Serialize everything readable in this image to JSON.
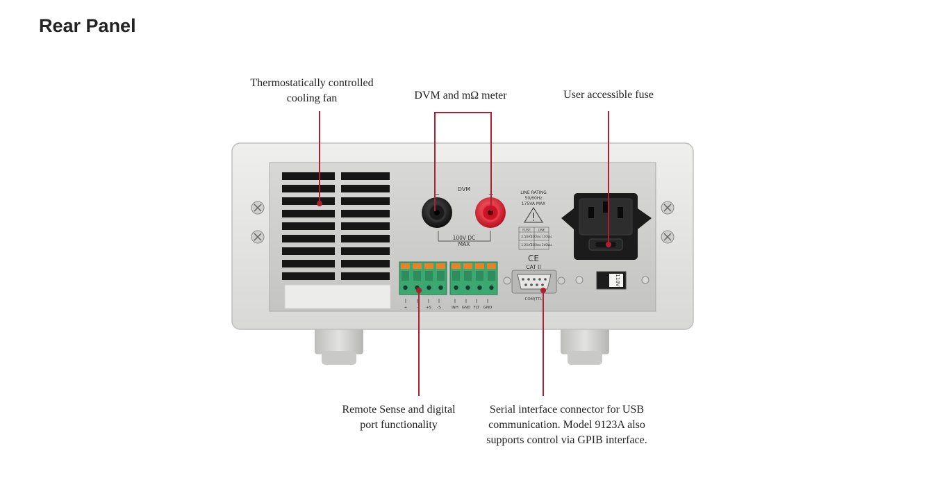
{
  "page": {
    "title": "Rear Panel"
  },
  "callouts": {
    "fan": [
      "Thermostatically controlled",
      "cooling fan"
    ],
    "dvm": [
      "DVM and mΩ meter"
    ],
    "fuse": [
      "User accessible fuse"
    ],
    "remote": [
      "Remote Sense and digital",
      "port functionality"
    ],
    "serial": [
      "Serial interface connector for USB",
      "communication. Model 9123A also",
      "supports control via GPIB interface."
    ]
  },
  "panel_labels": {
    "dvm": "DVM",
    "minus": "−",
    "plus": "+",
    "dvm_limit_1": "100V DC",
    "dvm_limit_2": "MAX",
    "line_rating_1": "LINE RATING",
    "line_rating_2": "50/60Hz",
    "line_rating_3": "175VA MAX",
    "fuse_table_header": [
      "FUSE",
      "LINE"
    ],
    "fuse_table_rows": [
      [
        "2.50AT",
        "100Vac 110Vac"
      ],
      [
        "1.25AT",
        "230Vac 240Vac"
      ]
    ],
    "ce_mark": "CE",
    "cat_rating": "CAT II",
    "com_port": "COM(TTL)",
    "voltage_selector": "110V",
    "terminals": [
      "+",
      "-",
      "+S",
      "-S",
      "INH",
      "GND",
      "FLT",
      "GND"
    ]
  },
  "colors": {
    "callout_line": "#b01f2e",
    "panel_body": "#e4e4e2",
    "panel_face": "#cfcfcd",
    "terminal_green": "#3aa870",
    "terminal_orange": "#ef7f24",
    "jack_red": "#d01a2a"
  }
}
